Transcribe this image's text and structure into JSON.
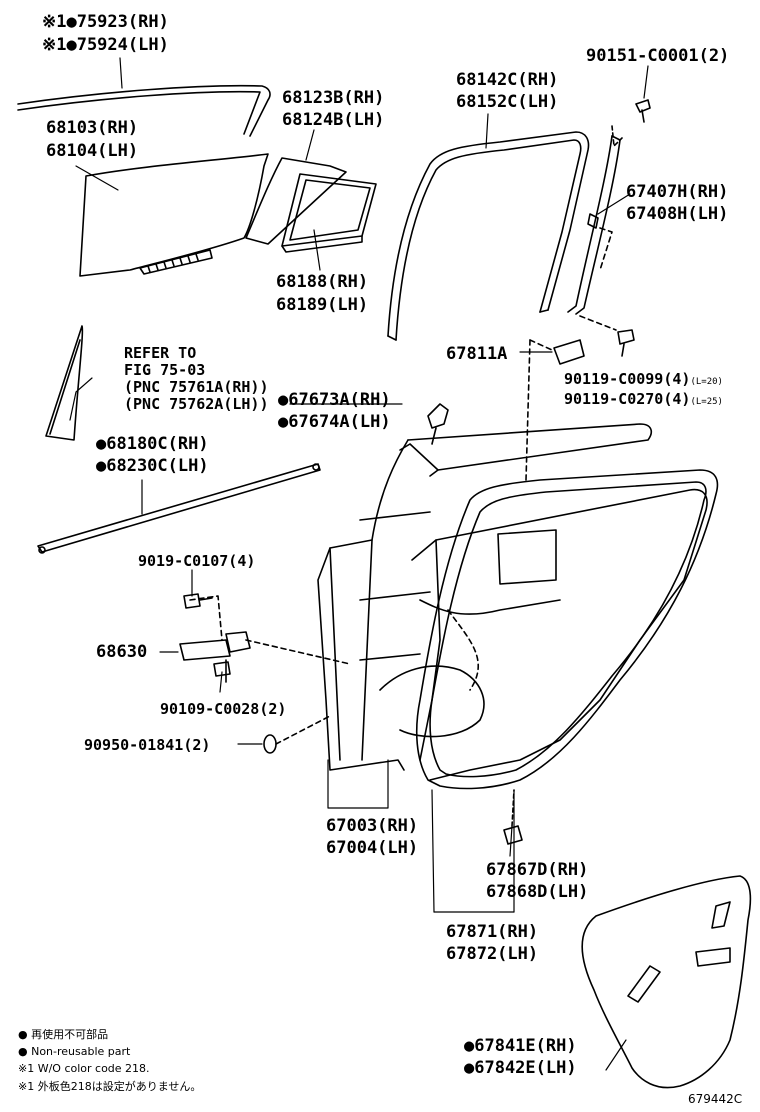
{
  "labels": {
    "l75923": "※1●75923(RH)",
    "l75924": "※1●75924(LH)",
    "l68103": "68103(RH)",
    "l68104": "68104(LH)",
    "l68123b": "68123B(RH)",
    "l68124b": "68124B(LH)",
    "l68188": "68188(RH)",
    "l68189": "68189(LH)",
    "l68142c": "68142C(RH)",
    "l68152c": "68152C(LH)",
    "l90151": "90151-C0001(2)",
    "l67407h": "67407H(RH)",
    "l67408h": "67408H(LH)",
    "l67811a": "67811A",
    "l90119a": "90119-C0099(4)",
    "l90119a_len": "(L=20)",
    "l90119b": "90119-C0270(4)",
    "l90119b_len": "(L=25)",
    "refer1": "REFER TO",
    "refer2": "FIG 75-03",
    "refer3": "(PNC 75761A(RH))",
    "refer4": "(PNC 75762A(LH))",
    "l67673a": "●67673A(RH)",
    "l67674a": "●67674A(LH)",
    "l68180c": "●68180C(RH)",
    "l68230c": "●68230C(LH)",
    "l9019": "9019-C0107(4)",
    "l68630": "68630",
    "l90109": "90109-C0028(2)",
    "l90950": "90950-01841(2)",
    "l67003": "67003(RH)",
    "l67004": "67004(LH)",
    "l67867d": "67867D(RH)",
    "l67868d": "67868D(LH)",
    "l67871": "67871(RH)",
    "l67872": "67872(LH)",
    "l67841e": "●67841E(RH)",
    "l67842e": "●67842E(LH)"
  },
  "notes": {
    "n1": "● 再使用不可部品",
    "n2": "● Non-reusable part",
    "n3": "※1 W/O color code 218.",
    "n4": "※1 外板色218は設定がありません。"
  },
  "figure_code": "679442C"
}
